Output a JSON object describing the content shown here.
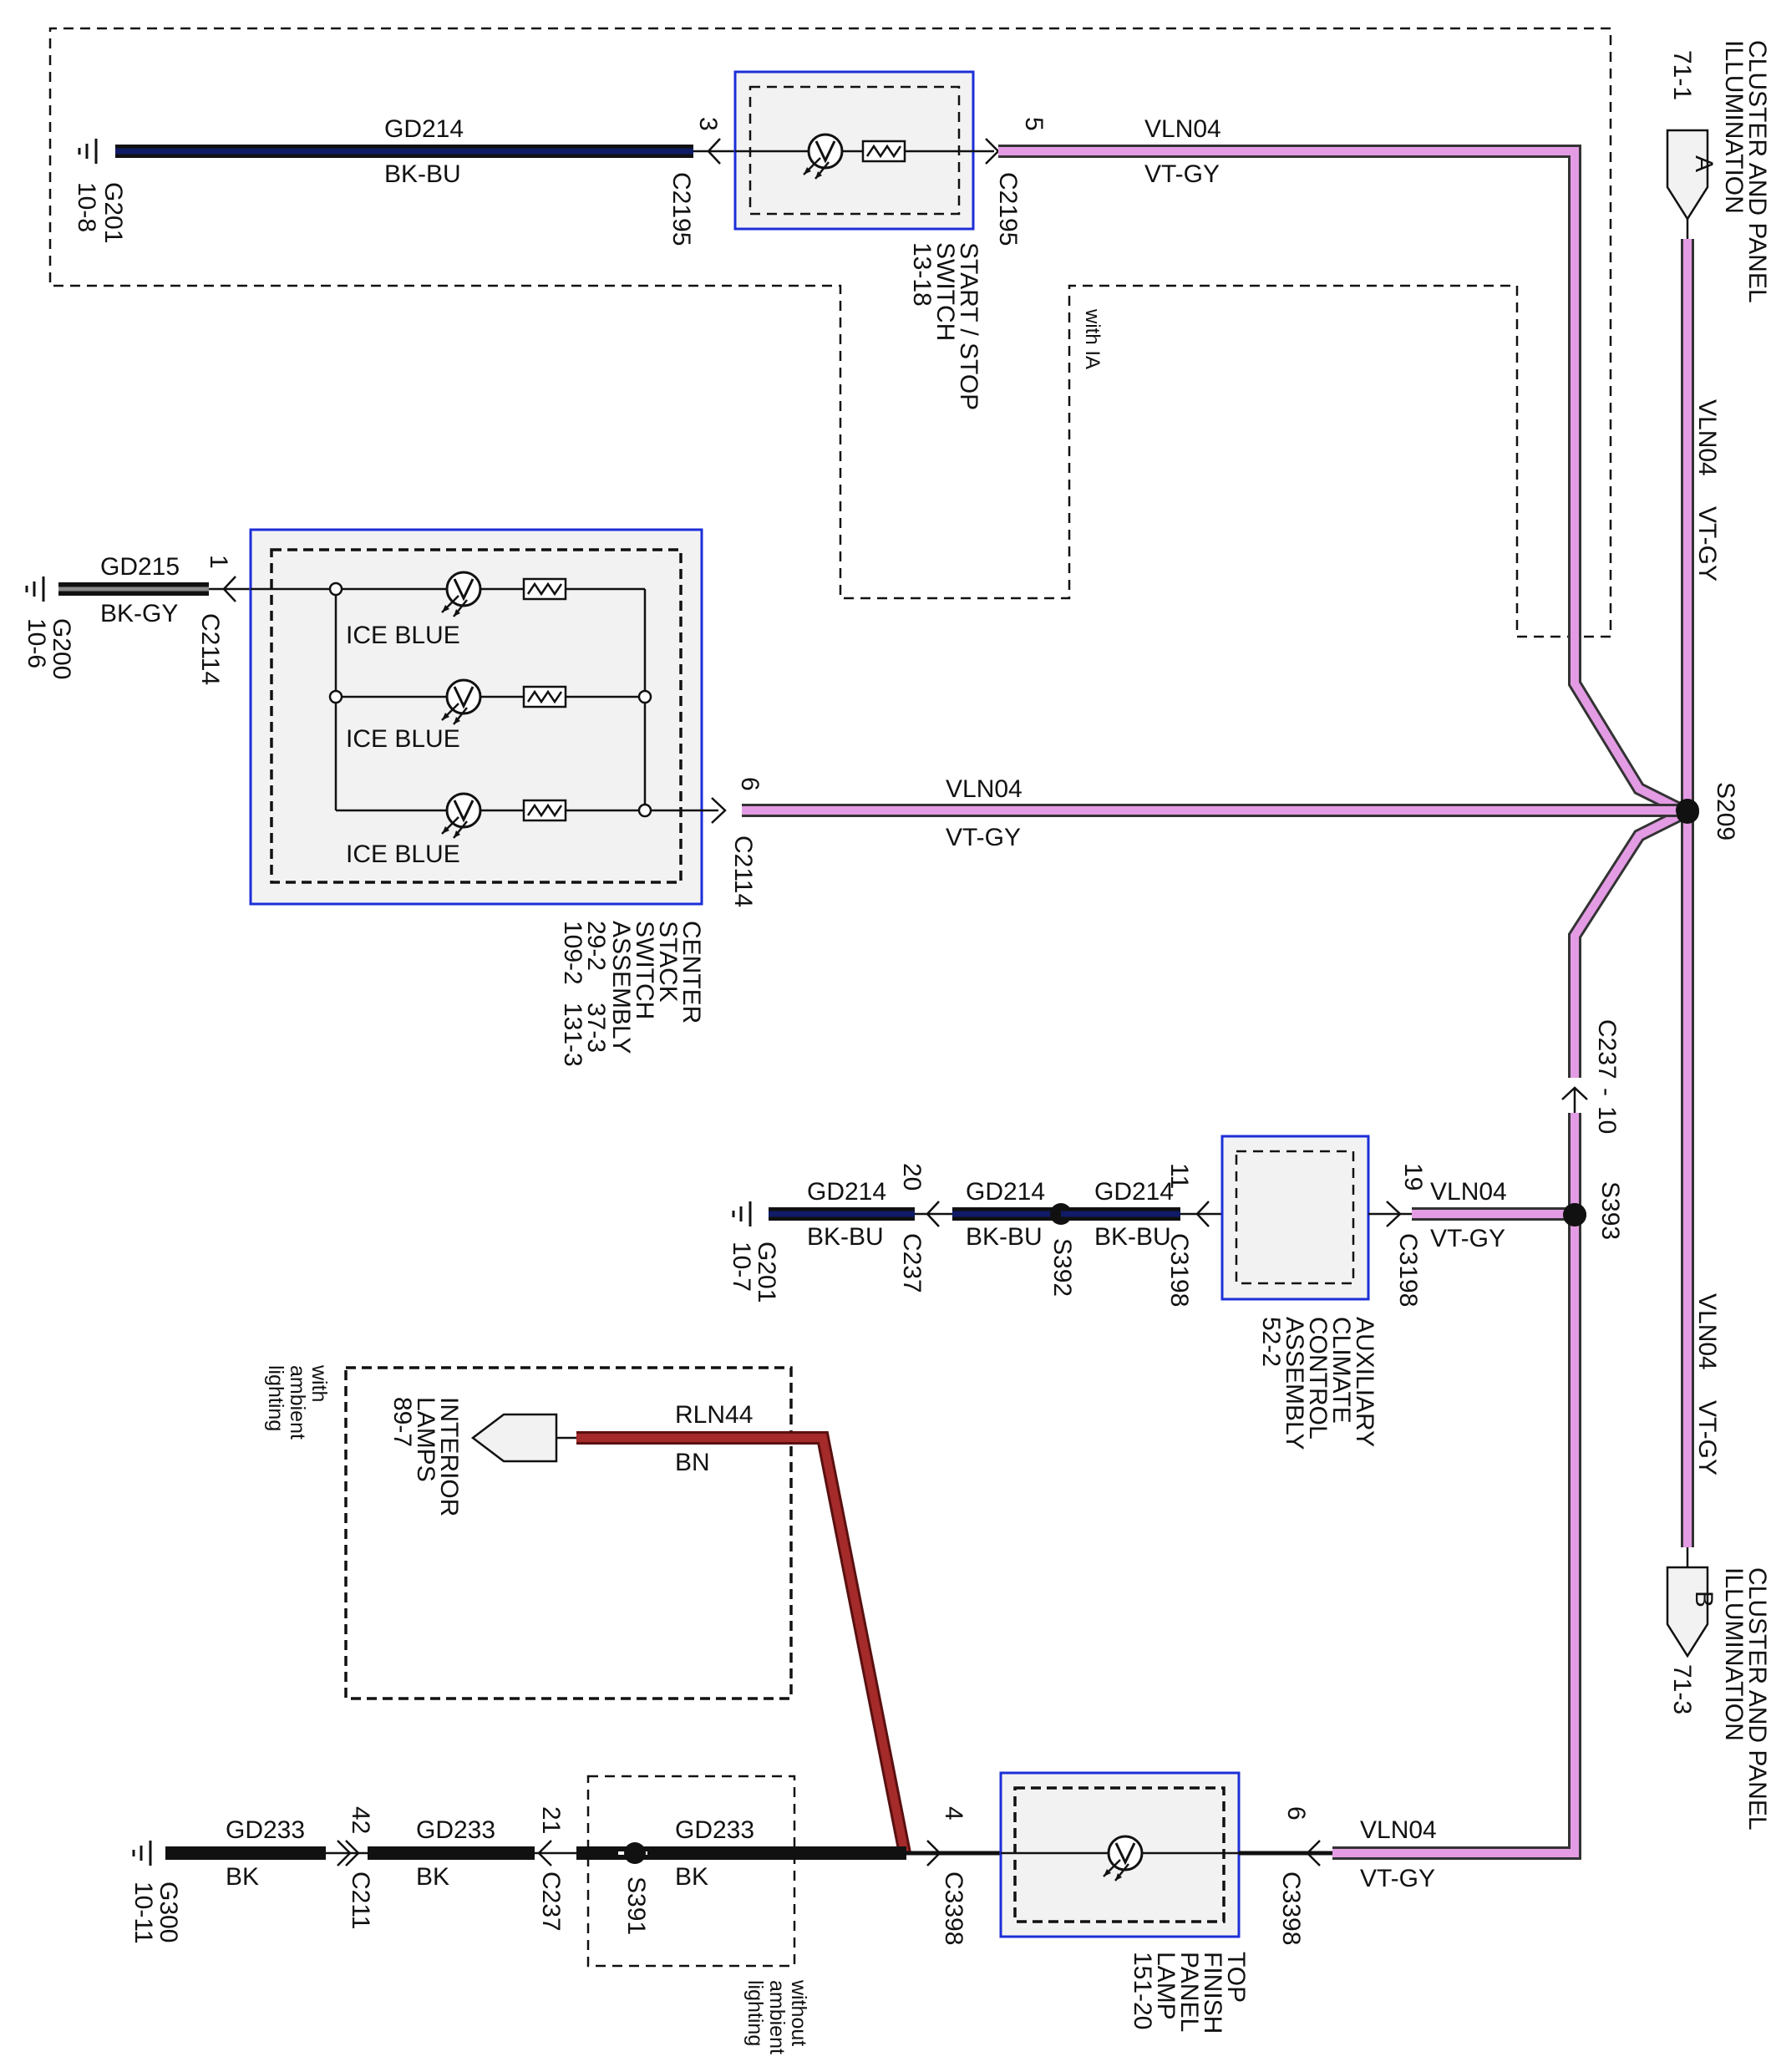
{
  "palette": {
    "violet": "#e39be4",
    "violet_dark": "#333333",
    "blue_black": "#101c66",
    "brown": "#a52a2a",
    "box_outline": "#1c2fd8",
    "box_fill": "#f2f2f2"
  },
  "top_block": {
    "wire_gd214": "GD214",
    "color_bkbu": "BK-BU",
    "ground_g201": "G201",
    "ground_g201_ref": "10-8",
    "pin_3": "3",
    "conn_c2195_left": "C2195",
    "pin_5": "5",
    "conn_c2195_right": "C2195",
    "wire_vln04": "VLN04",
    "color_vtgy": "VT-GY",
    "switch_name_1": "START / STOP",
    "switch_name_2": "SWITCH",
    "switch_ref": "13-18",
    "with_ia": "with IA"
  },
  "right_bus": {
    "title_1": "CLUSTER AND PANEL",
    "title_2": "ILLUMINATION",
    "ref_a": "71-1",
    "letter_a": "A",
    "upper_wire": "VLN04",
    "upper_color": "VT-GY",
    "lower_wire": "VLN04",
    "lower_color": "VT-GY",
    "splice_s209": "S209",
    "conn_c237": "C237",
    "conn_c237_dash": "-",
    "conn_c237_pin": "10",
    "splice_s393": "S393",
    "letter_b": "B",
    "ref_b": "71-3",
    "title_b_1": "CLUSTER AND PANEL",
    "title_b_2": "ILLUMINATION"
  },
  "center_stack": {
    "wire_gd215": "GD215",
    "color_bkgy": "BK-GY",
    "pin_1": "1",
    "conn_c2114_left": "C2114",
    "ground_g200": "G200",
    "ground_g200_ref": "10-6",
    "lamp_1": "ICE BLUE",
    "lamp_2": "ICE BLUE",
    "lamp_3": "ICE BLUE",
    "pin_6": "6",
    "conn_c2114_right": "C2114",
    "wire_vln04": "VLN04",
    "color_vtgy": "VT-GY",
    "name_1": "CENTER",
    "name_2": "STACK",
    "name_3": "SWITCH",
    "name_4": "ASSEMBLY",
    "ref_1": "29-2",
    "ref_2": "37-3",
    "ref_3": "109-2",
    "ref_4": "131-3"
  },
  "aux_climate": {
    "ground_g201": "G201",
    "ground_g201_ref": "10-7",
    "seg1_wire": "GD214",
    "seg1_color": "BK-BU",
    "pin_20": "20",
    "conn_c237": "C237",
    "seg2_wire": "GD214",
    "seg2_color": "BK-BU",
    "splice_s392": "S392",
    "seg3_wire": "GD214",
    "seg3_color": "BK-BU",
    "pin_11": "11",
    "conn_c3198_left": "C3198",
    "pin_19": "19",
    "conn_c3198_right": "C3198",
    "wire_vln04": "VLN04",
    "color_vtgy": "VT-GY",
    "name_1": "AUXILIARY",
    "name_2": "CLIMATE",
    "name_3": "CONTROL",
    "name_4": "ASSEMBLY",
    "ref": "52-2"
  },
  "ambient": {
    "note_1": "with",
    "note_2": "ambient",
    "note_3": "lighting",
    "interior_1": "INTERIOR",
    "interior_2": "LAMPS",
    "interior_ref": "89-7",
    "wire_rln44": "RLN44",
    "color_bn": "BN"
  },
  "bottom_block": {
    "ground_g300": "G300",
    "ground_g300_ref": "10-11",
    "seg1_wire": "GD233",
    "seg1_color": "BK",
    "pin_42": "42",
    "conn_c211": "C211",
    "seg2_wire": "GD233",
    "seg2_color": "BK",
    "pin_21": "21",
    "conn_c237": "C237",
    "splice_s391": "S391",
    "seg3_wire": "GD233",
    "seg3_color": "BK",
    "pin_4": "4",
    "conn_c3398_left": "C3398",
    "pin_6": "6",
    "conn_c3398_right": "C3398",
    "wire_vln04": "VLN04",
    "color_vtgy": "VT-GY",
    "lamp_1": "TOP",
    "lamp_2": "FINISH",
    "lamp_3": "PANEL",
    "lamp_4": "LAMP",
    "lamp_ref": "151-20",
    "without_1": "without",
    "without_2": "ambient",
    "without_3": "lighting"
  }
}
